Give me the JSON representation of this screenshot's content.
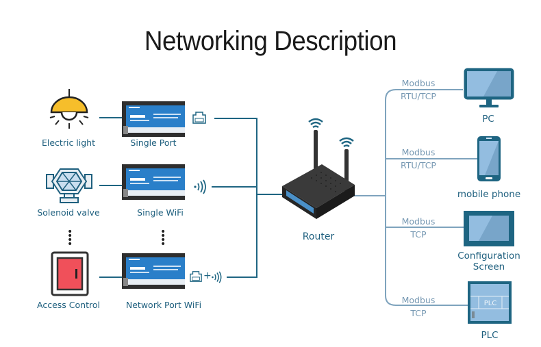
{
  "title": "Networking Description",
  "colors": {
    "line_dark": "#1e6582",
    "line_light": "#7ea3bd",
    "label": "#1e5f7e",
    "protocol_label": "#7799b3",
    "device_blue": "#2a7fc9",
    "device_body": "#2b2b2b",
    "screen_light": "#93bde0",
    "access_red": "#f0505a",
    "lamp_yellow": "#f6be2b"
  },
  "end_devices": [
    {
      "label": "Electric light",
      "icon": "lamp-icon"
    },
    {
      "label": "Solenoid valve",
      "icon": "valve-icon"
    },
    {
      "label": "Access Control",
      "icon": "door-switch-icon"
    }
  ],
  "controllers": [
    {
      "label": "Single Port",
      "connection_icon": "ethernet-port-icon"
    },
    {
      "label": "Single WiFi",
      "connection_icon": "wifi-signal-icon"
    },
    {
      "label": "Network Port WiFi",
      "connection_icon": "ethernet-plus-wifi-icon",
      "plus": "+"
    }
  ],
  "router": {
    "label": "Router"
  },
  "clients": [
    {
      "label": "PC",
      "protocol": [
        "Modbus",
        "RTU/TCP"
      ],
      "icon": "monitor-icon"
    },
    {
      "label": "mobile phone",
      "protocol": [
        "Modbus",
        "RTU/TCP"
      ],
      "icon": "phone-icon"
    },
    {
      "label": "Configuration Screen",
      "label_lines": [
        "Configuration",
        "Screen"
      ],
      "protocol": [
        "Modbus",
        "TCP"
      ],
      "icon": "touch-screen-icon"
    },
    {
      "label": "PLC",
      "protocol": [
        "Modbus",
        "TCP"
      ],
      "icon": "plc-icon",
      "plc_text": "PLC"
    }
  ],
  "ellipsis": "⋮"
}
